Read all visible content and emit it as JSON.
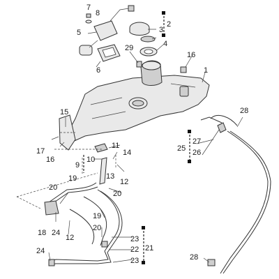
{
  "callouts": {
    "c1": "1",
    "c2": "2",
    "c3": "3",
    "c4": "4",
    "c5": "5",
    "c6": "6",
    "c7": "7",
    "c8": "8",
    "c9": "9",
    "c10": "10",
    "c11": "11",
    "c12a": "12",
    "c12b": "12",
    "c13": "13",
    "c14": "14",
    "c15": "15",
    "c16a": "16",
    "c16b": "16",
    "c17": "17",
    "c18": "18",
    "c19a": "19",
    "c19b": "19",
    "c20a": "20",
    "c20b": "20",
    "c20c": "20",
    "c21": "21",
    "c22": "22",
    "c23a": "23",
    "c23b": "23",
    "c24a": "24",
    "c24b": "24",
    "c25": "25",
    "c26": "26",
    "c27": "27",
    "c28a": "28",
    "c28b": "28",
    "c29": "29"
  }
}
